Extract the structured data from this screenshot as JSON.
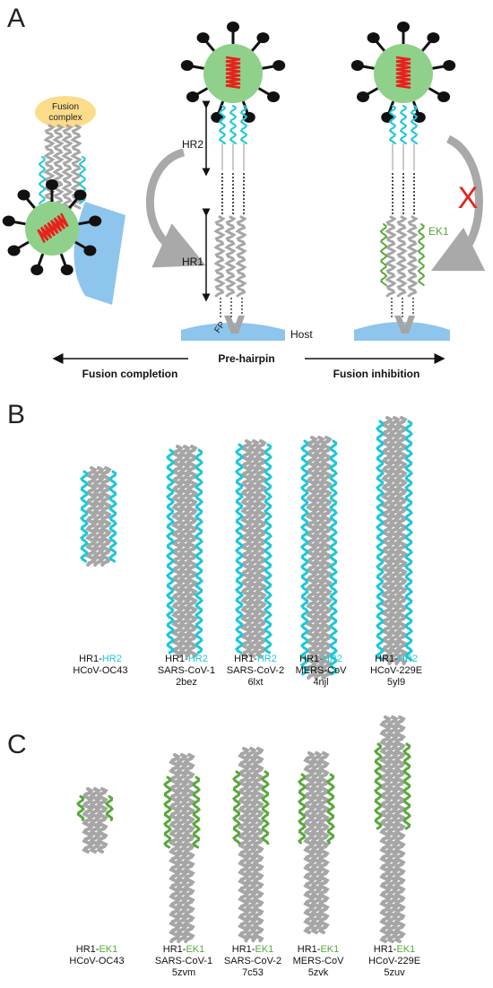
{
  "panelA": {
    "letter": "A",
    "fusion_complex": [
      "Fusion",
      "complex"
    ],
    "hr2_label": "HR2",
    "hr1_label": "HR1",
    "fp_label": "FP",
    "host_label": "Host",
    "ek1_label": "EK1",
    "inhibit_mark": "X",
    "pre_hairpin": "Pre-hairpin",
    "fusion_completion": "Fusion completion",
    "fusion_inhibition": "Fusion inhibition"
  },
  "panelB": {
    "letter": "B",
    "items": [
      {
        "prefix": "HR1-",
        "peptide": "HR2",
        "virus": "HCoV-OC43",
        "pdb": ""
      },
      {
        "prefix": "HR1-",
        "peptide": "HR2",
        "virus": "SARS-CoV-1",
        "pdb": "2bez"
      },
      {
        "prefix": "HR1-",
        "peptide": "HR2",
        "virus": "SARS-CoV-2",
        "pdb": "6lxt"
      },
      {
        "prefix": "HR1-",
        "peptide": "HR2",
        "virus": "MERS-CoV",
        "pdb": "4njl"
      },
      {
        "prefix": "HR1-",
        "peptide": "HR2",
        "virus": "HCoV-229E",
        "pdb": "5yl9"
      }
    ]
  },
  "panelC": {
    "letter": "C",
    "items": [
      {
        "prefix": "HR1-",
        "peptide": "EK1",
        "virus": "HCoV-OC43",
        "pdb": ""
      },
      {
        "prefix": "HR1-",
        "peptide": "EK1",
        "virus": "SARS-CoV-1",
        "pdb": "5zvm"
      },
      {
        "prefix": "HR1-",
        "peptide": "EK1",
        "virus": "SARS-CoV-2",
        "pdb": "7c53"
      },
      {
        "prefix": "HR1-",
        "peptide": "EK1",
        "virus": "MERS-CoV",
        "pdb": "5zvk"
      },
      {
        "prefix": "HR1-",
        "peptide": "EK1",
        "virus": "HCoV-229E",
        "pdb": "5zuv"
      }
    ]
  },
  "colors": {
    "virion": "#8fd18a",
    "spike": "#111111",
    "spring": "#e8211c",
    "hr2": "#1cc8d8",
    "ek1": "#5aa83c",
    "helix": "#a6a6a6",
    "host": "#8ec5ec",
    "fusion_complex": "#fbdc8a",
    "arrow_gray": "#a9a9a9",
    "x_red": "#e8211c"
  }
}
